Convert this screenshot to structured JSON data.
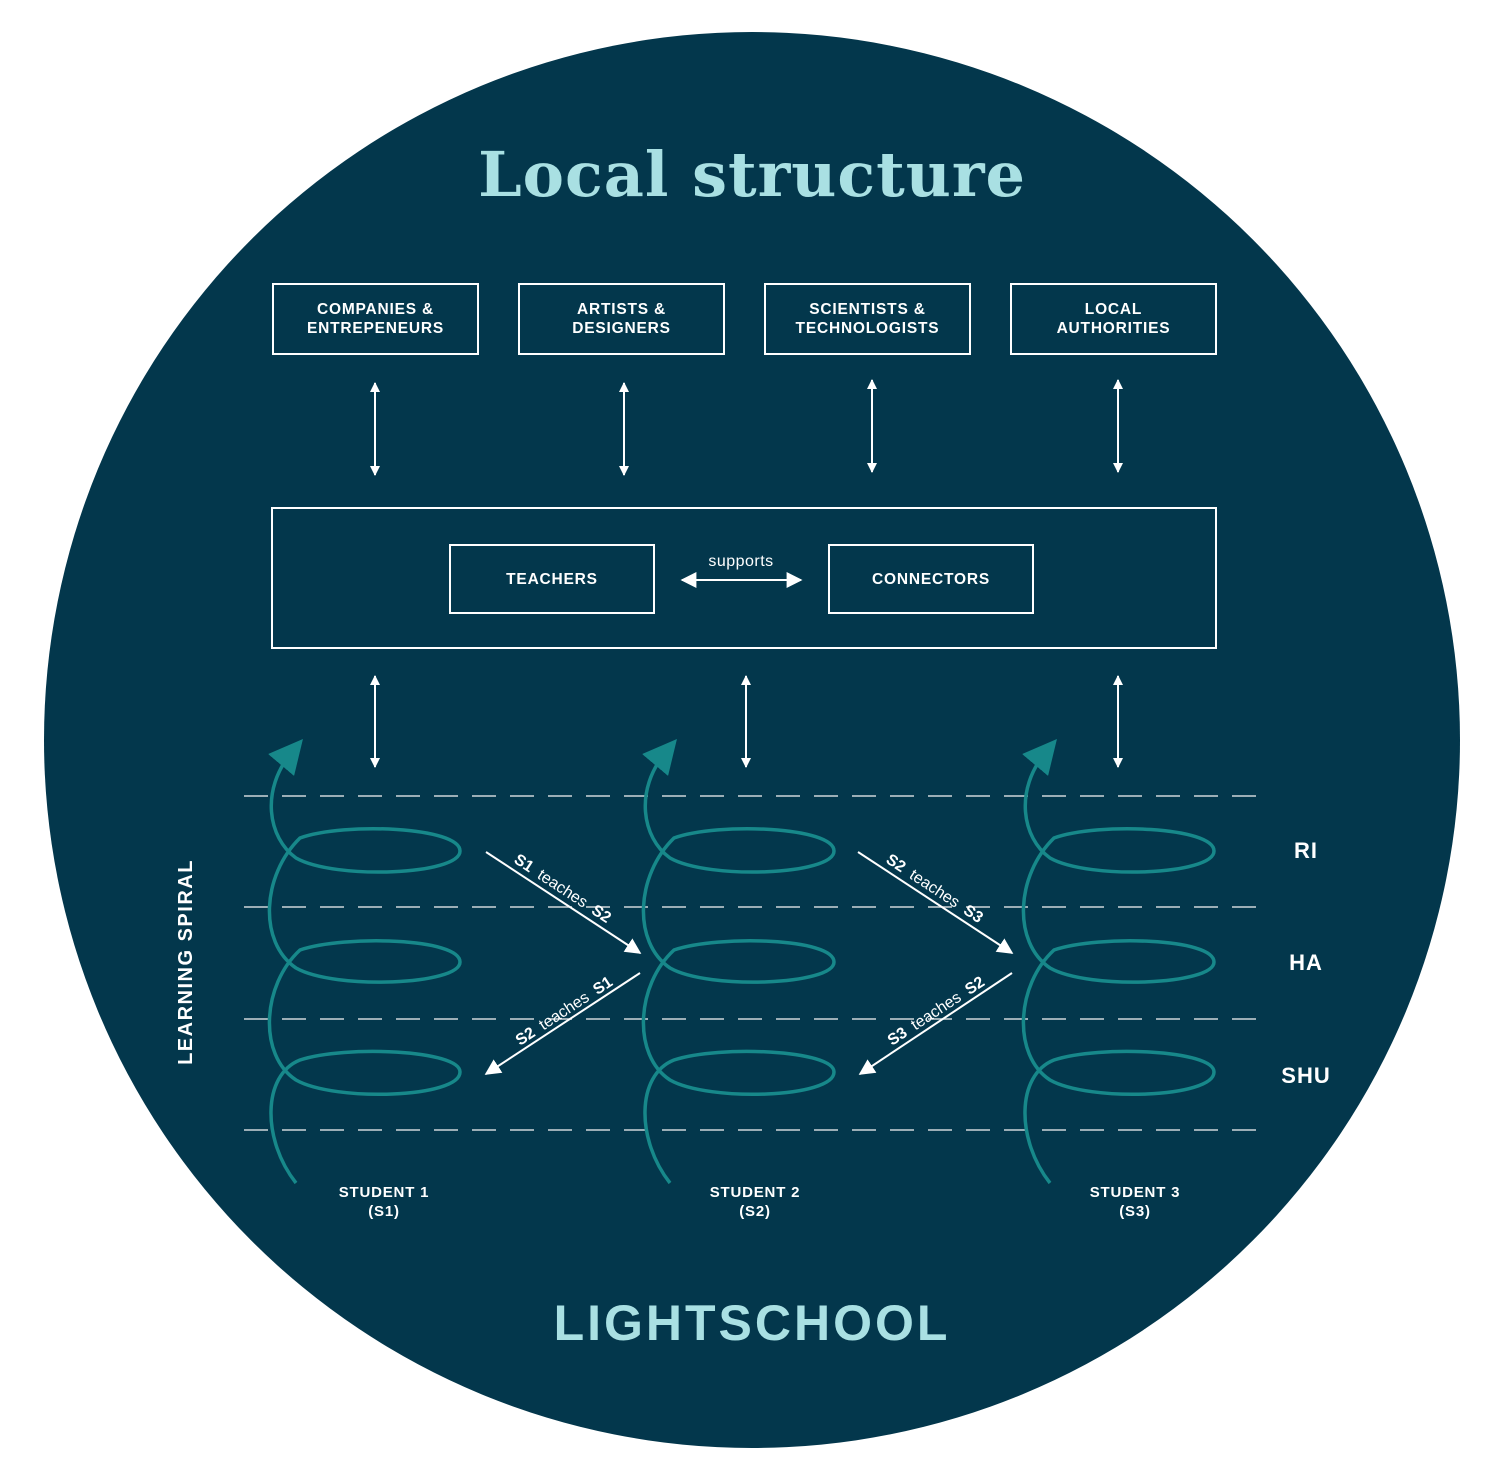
{
  "title": "Local structure",
  "footer": "LIGHTSCHOOL",
  "side_label": "LEARNING SPIRAL",
  "top_boxes": [
    {
      "line1": "COMPANIES &",
      "line2": "ENTREPENEURS"
    },
    {
      "line1": "ARTISTS &",
      "line2": "DESIGNERS"
    },
    {
      "line1": "SCIENTISTS &",
      "line2": "TECHNOLOGISTS"
    },
    {
      "line1": "LOCAL",
      "line2": "AUTHORITIES"
    }
  ],
  "middle": {
    "left": "TEACHERS",
    "right": "CONNECTORS",
    "relation": "supports"
  },
  "levels": [
    "RI",
    "HA",
    "SHU"
  ],
  "students": [
    {
      "name": "STUDENT 1",
      "code": "(S1)"
    },
    {
      "name": "STUDENT 2",
      "code": "(S2)"
    },
    {
      "name": "STUDENT 3",
      "code": "(S3)"
    }
  ],
  "teach_links": [
    {
      "from": "S1",
      "verb": "teaches",
      "to": "S2"
    },
    {
      "from": "S2",
      "verb": "teaches",
      "to": "S1"
    },
    {
      "from": "S2",
      "verb": "teaches",
      "to": "S3"
    },
    {
      "from": "S3",
      "verb": "teaches",
      "to": "S2"
    }
  ],
  "colors": {
    "background": "#03374c",
    "title": "#a9e0e3",
    "spiral": "#17888a",
    "line": "#ffffff"
  }
}
